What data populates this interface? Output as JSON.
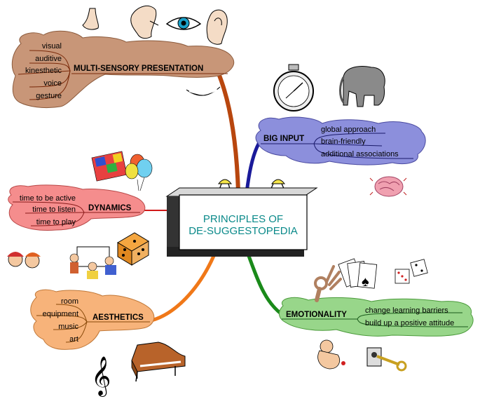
{
  "center": {
    "line1": "PRINCIPLES OF",
    "line2": "DE-SUGGESTOPEDIA"
  },
  "branches": {
    "multisensory": {
      "title": "MULTI-SENSORY PRESENTATION",
      "items": [
        "visual",
        "auditive",
        "kinesthetic",
        "voice",
        "gesture"
      ],
      "color": "#c89678"
    },
    "big_input": {
      "title": "BIG INPUT",
      "items": [
        "global approach",
        "brain-friendly",
        "additional associations"
      ],
      "color": "#8c8fdc"
    },
    "dynamics": {
      "title": "DYNAMICS",
      "items": [
        "time to be active",
        "time to listen",
        "time to play"
      ],
      "color": "#f58d8d"
    },
    "aesthetics": {
      "title": "AESTHETICS",
      "items": [
        "room",
        "equipment",
        "music",
        "art"
      ],
      "color": "#f7b37a"
    },
    "emotionality": {
      "title": "EMOTIONALITY",
      "items": [
        "change learning barriers",
        "build up a positive attitude"
      ],
      "color": "#98d68a"
    }
  }
}
